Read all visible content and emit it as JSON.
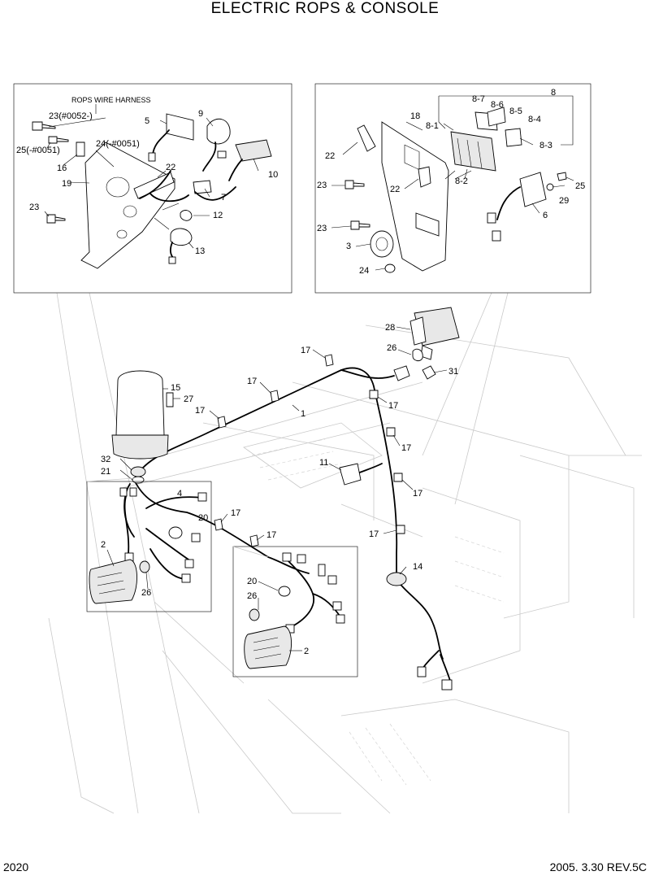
{
  "title": "ELECTRIC ROPS & CONSOLE",
  "footer": {
    "page": "2020",
    "revision": "2005. 3.30 REV.5C"
  },
  "left_inset": {
    "caption": "ROPS WIRE HARNESS",
    "labels": {
      "p23a": "23(#0052-)",
      "p25a": "25(-#0051)",
      "p16": "16",
      "p19": "19",
      "p23": "23",
      "p24a": "24(-#0051)",
      "p22": "22",
      "p5": "5",
      "p9": "9",
      "p10": "10",
      "p7": "7",
      "p12": "12",
      "p13": "13"
    }
  },
  "right_inset": {
    "labels": {
      "p8": "8",
      "p8_7": "8-7",
      "p8_6": "8-6",
      "p8_5": "8-5",
      "p8_4": "8-4",
      "p8_3": "8-3",
      "p8_1": "8-1",
      "p8_2": "8-2",
      "p18": "18",
      "p22a": "22",
      "p22b": "22",
      "p23a": "23",
      "p23b": "23",
      "p3": "3",
      "p24": "24",
      "p25": "25",
      "p29": "29",
      "p6": "6"
    }
  },
  "main": {
    "labels": {
      "p28": "28",
      "p26": "26",
      "p31": "31",
      "p17a": "17",
      "p17b": "17",
      "p17c": "17",
      "p17d": "17",
      "p17e": "17",
      "p17f": "17",
      "p17g": "17",
      "p17h": "17",
      "p17i": "17",
      "p15": "15",
      "p27": "27",
      "p1": "1",
      "p11": "11",
      "p32": "32",
      "p21": "21",
      "p4": "4",
      "p20": "20",
      "p2": "2",
      "p26b": "26",
      "p14": "14"
    }
  },
  "lamp_inset_left": {
    "labels": {
      "p2": "2",
      "p26": "26"
    }
  },
  "lamp_inset_right": {
    "labels": {
      "p20": "20",
      "p26": "26",
      "p2": "2"
    }
  }
}
